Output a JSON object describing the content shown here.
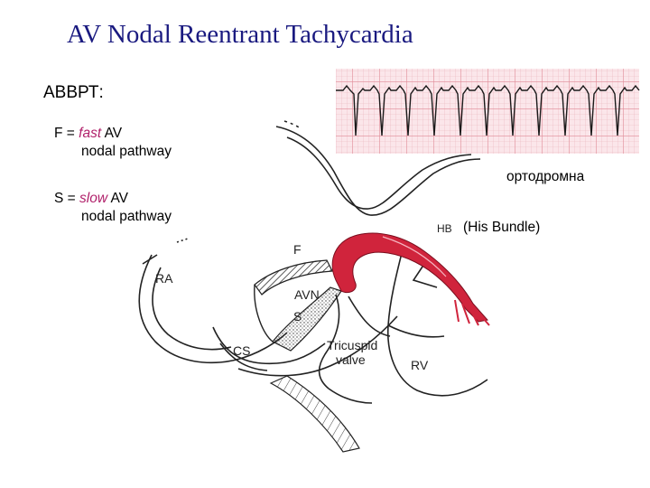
{
  "title": "AV Nodal Reentrant Tachycardia",
  "subtitle": "АВВРТ:",
  "definitions": [
    {
      "letter": "F",
      "eq": " = ",
      "keyword": "fast",
      "rest": " AV",
      "line2": "nodal pathway"
    },
    {
      "letter": "S",
      "eq": " = ",
      "keyword": "slow",
      "rest": " AV",
      "line2": "nodal pathway"
    }
  ],
  "labels": {
    "orthodromic": "ортодромна",
    "hb": "HB",
    "his_bundle": "(His Bundle)",
    "f": "F",
    "ra": "RA",
    "avn": "AVN",
    "s": "S",
    "cs": "CS",
    "tricuspid": "Tricuspid",
    "valve": "valve",
    "rv": "RV"
  },
  "colors": {
    "title": "#1a1a80",
    "keyword": "#b0206a",
    "his_bundle": "#d0243c",
    "ecg_grid": "#e79aa4",
    "ecg_bg": "#fbe6ea",
    "ecg_trace": "#1a1a1a"
  }
}
